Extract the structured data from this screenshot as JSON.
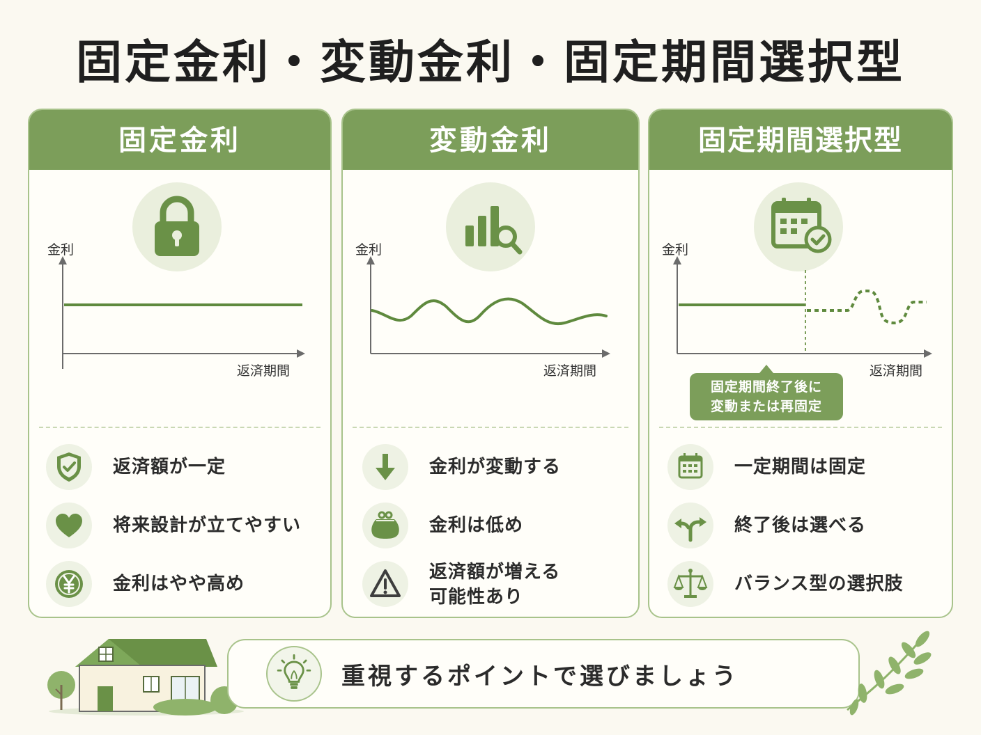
{
  "page": {
    "title": "固定金利・変動金利・固定期間選択型"
  },
  "colors": {
    "accent": "#7c9e5a",
    "accent_light": "#a8c38b",
    "background": "#fbf9f1",
    "line": "#5f8a3e"
  },
  "cards": [
    {
      "header": "固定金利",
      "hero_icon": "padlock-icon",
      "chart": {
        "y_label": "金利",
        "x_label": "返済期間",
        "type": "flat-line"
      },
      "features": [
        {
          "icon": "shield-check-icon",
          "text": "返済額が一定"
        },
        {
          "icon": "heart-icon",
          "text": "将来設計が立てやすい"
        },
        {
          "icon": "yen-coin-icon",
          "text": "金利はやや高め"
        }
      ]
    },
    {
      "header": "変動金利",
      "hero_icon": "bar-chart-magnifier-icon",
      "chart": {
        "y_label": "金利",
        "x_label": "返済期間",
        "type": "wave-line"
      },
      "features": [
        {
          "icon": "arrow-down-icon",
          "text": "金利が変動する"
        },
        {
          "icon": "coin-purse-icon",
          "text": "金利は低め"
        },
        {
          "icon": "warning-icon",
          "text": "返済額が増える\n可能性あり"
        }
      ]
    },
    {
      "header": "固定期間選択型",
      "hero_icon": "calendar-check-icon",
      "chart": {
        "y_label": "金利",
        "x_label": "返済期間",
        "type": "fixed-then-variable"
      },
      "callout": {
        "line1": "固定期間終了後に",
        "line2": "変動または再固定"
      },
      "features": [
        {
          "icon": "calendar-icon",
          "text": "一定期間は固定"
        },
        {
          "icon": "branching-arrows-icon",
          "text": "終了後は選べる"
        },
        {
          "icon": "balance-scale-icon",
          "text": "バランス型の選択肢"
        }
      ]
    }
  ],
  "banner": {
    "icon": "lightbulb-icon",
    "text": "重視するポイントで選びましょう"
  },
  "decorations": {
    "left": "house-icon",
    "right": "leaf-branch-icon"
  }
}
